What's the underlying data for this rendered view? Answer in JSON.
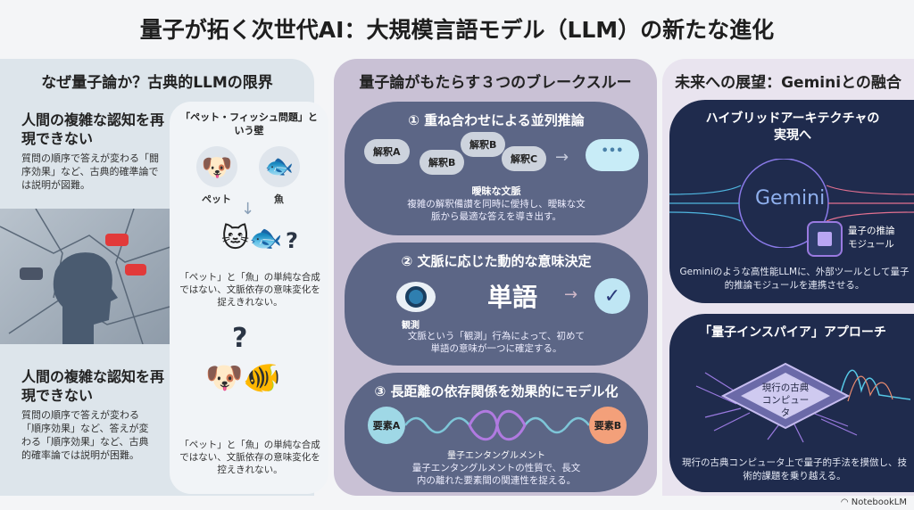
{
  "title": "量子が拓く次世代AI：大規模言語モデル（LLM）の新たな進化",
  "left": {
    "header": "なぜ量子論か？古典的LLMの限界",
    "block1": {
      "heading": "人間の複雑な認知を再現できない",
      "text": "質問の順序で答えが変わる「闘序効果」など、古典的確準論では説明が図難。"
    },
    "block2": {
      "heading": "人間の複雑な認知を再現できない",
      "text": "質問の順序で答えが変わる「順序効果」など、答えが変わる「順序効果」など、古典的確率論では説明が困難。"
    },
    "card": {
      "title": "「ペット・フィッシュ問題」という壁",
      "pet_label": "ペット",
      "fish_label": "魚",
      "text1": "「ペット」と「魚」の単純な合成ではない、文脈依存の意味変化を捉えきれない。",
      "question": "?",
      "text2": "「ペット」と「魚」の単純な合成ではない、文脈依存の意味変化を控えきれない。"
    }
  },
  "mid": {
    "header": "量子論がもたらす３つのブレークスルー",
    "item1": {
      "title": "① 重ね合わせによる並列推論",
      "clouds": [
        "解釈A",
        "解釈B",
        "解釈B",
        "解釈C"
      ],
      "result": "•••",
      "label": "曖昧な文脈",
      "text": "複雑の解釈備讃を同時に僾持し、曖昧な文脈から最適な答えを導き出す。"
    },
    "item2": {
      "title": "② 文脈に応じた動的な意味決定",
      "word": "単語",
      "eye_label": "観測",
      "text": "文脈という「観測」行為によって、初めて単語の意味が一つに確定する。"
    },
    "item3": {
      "title": "③ 長距離の依存関係を効果的にモデル化",
      "a": "要素A",
      "b": "要素B",
      "label": "量子エンタングルメント",
      "text": "量子エンタングルメントの性質で、長文内の離れた要素間の関連性を捉える。"
    }
  },
  "right": {
    "header": "未来への展望：Geminiとの融合",
    "card1": {
      "title": "ハイブリッドアーキテクチャの実現へ",
      "logo": "Gemini",
      "module": "量子の推論モジュール",
      "text": "Geminiのような高性能LLMに、外部ツールとして量子的推論モジュールを連携させる。"
    },
    "card2": {
      "title": "「量子インスパイア」アプローチ",
      "chip": "現行の古典コンピュータ",
      "text": "現行の古典コンピュータ上で量子的手法を摸倣し、技術的課題を乗り越える。"
    }
  },
  "footer": {
    "brand": "NotebookLM"
  }
}
